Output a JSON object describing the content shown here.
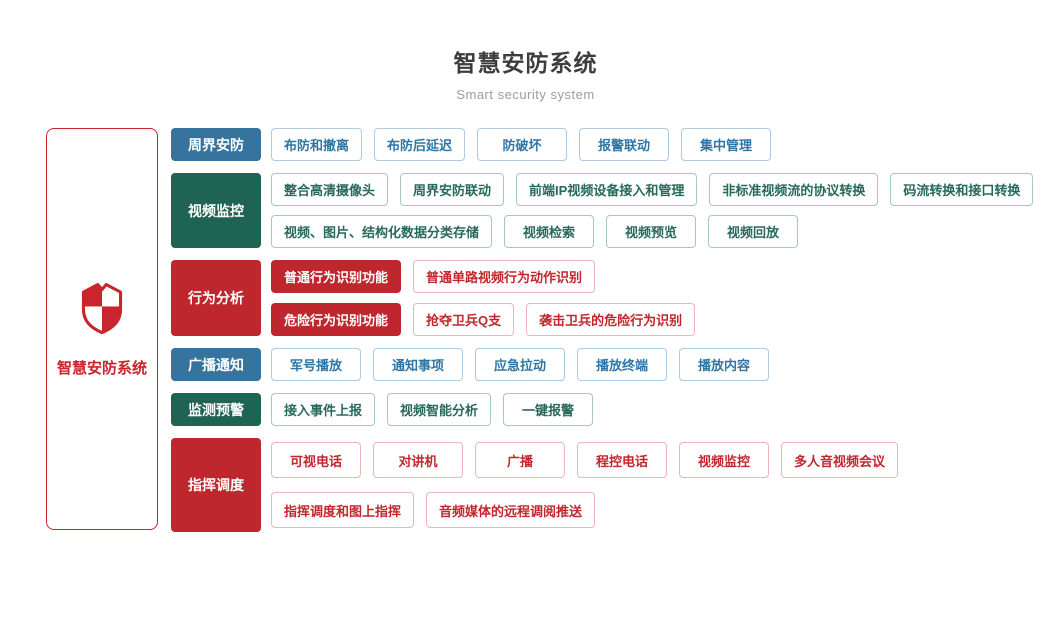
{
  "page": {
    "title": "智慧安防系统",
    "subtitle": "Smart security system"
  },
  "root": {
    "label": "智慧安防系统",
    "icon": "shield-checkered-icon"
  },
  "colors": {
    "blue_fill": "#36749E",
    "green_fill": "#1F6355",
    "red_fill": "#BF272E",
    "blue_text": "#2F76A5",
    "green_text": "#27695B",
    "red_text": "#C2272E",
    "root_border": "#C9252C"
  },
  "branches": [
    {
      "id": "perimeter-security",
      "label": "周界安防",
      "color": "blue",
      "rows": [
        [
          {
            "text": "布防和撤离"
          },
          {
            "text": "布防后延迟"
          },
          {
            "text": "防破坏"
          },
          {
            "text": "报警联动"
          },
          {
            "text": "集中管理"
          }
        ]
      ]
    },
    {
      "id": "video-surveillance",
      "label": "视频监控",
      "color": "green",
      "rows": [
        [
          {
            "text": "整合高清摄像头"
          },
          {
            "text": "周界安防联动"
          },
          {
            "text": "前端IP视频设备接入和管理"
          },
          {
            "text": "非标准视频流的协议转换"
          },
          {
            "text": "码流转换和接口转换"
          }
        ],
        [
          {
            "text": "视频、图片、结构化数据分类存储"
          },
          {
            "text": "视频检索"
          },
          {
            "text": "视频预览"
          },
          {
            "text": "视频回放"
          }
        ]
      ]
    },
    {
      "id": "behavior-analysis",
      "label": "行为分析",
      "color": "red",
      "rows": [
        [
          {
            "text": "普通行为识别功能",
            "style": "filled"
          },
          {
            "text": "普通单路视频行为动作识别"
          }
        ],
        [
          {
            "text": "危险行为识别功能",
            "style": "filled"
          },
          {
            "text": "抢夺卫兵Q支"
          },
          {
            "text": "袭击卫兵的危险行为识别"
          }
        ]
      ]
    },
    {
      "id": "broadcast-notice",
      "label": "广播通知",
      "color": "blue",
      "rows": [
        [
          {
            "text": "军号播放"
          },
          {
            "text": "通知事项"
          },
          {
            "text": "应急拉动"
          },
          {
            "text": "播放终端"
          },
          {
            "text": "播放内容"
          }
        ]
      ]
    },
    {
      "id": "monitor-warning",
      "label": "监测预警",
      "color": "green",
      "rows": [
        [
          {
            "text": "接入事件上报"
          },
          {
            "text": "视频智能分析"
          },
          {
            "text": "一键报警"
          }
        ]
      ]
    },
    {
      "id": "command-dispatch",
      "label": "指挥调度",
      "color": "red",
      "rows": [
        [
          {
            "text": "可视电话"
          },
          {
            "text": "对讲机"
          },
          {
            "text": "广播"
          },
          {
            "text": "程控电话"
          },
          {
            "text": "视频监控"
          },
          {
            "text": "多人音视频会议"
          }
        ],
        [
          {
            "text": "指挥调度和图上指挥"
          },
          {
            "text": "音频媒体的远程调阅推送"
          }
        ]
      ]
    }
  ]
}
